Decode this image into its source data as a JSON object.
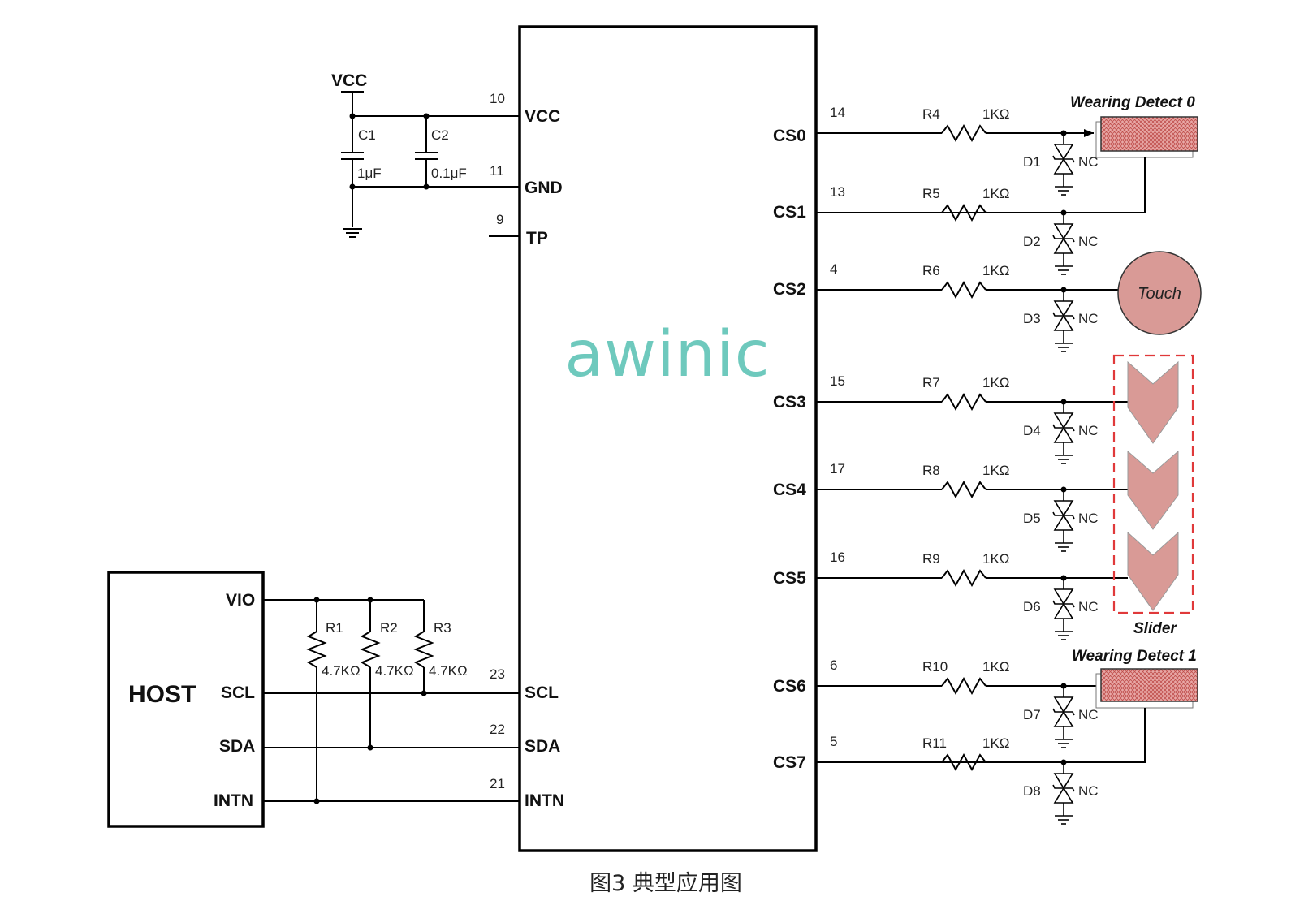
{
  "caption": "图3 典型应用图",
  "logo": "awinic",
  "chip": {
    "left_pins": [
      {
        "name": "VCC",
        "num": "10"
      },
      {
        "name": "GND",
        "num": "11"
      },
      {
        "name": "TP",
        "num": "9"
      },
      {
        "name": "SCL",
        "num": "23"
      },
      {
        "name": "SDA",
        "num": "22"
      },
      {
        "name": "INTN",
        "num": "21"
      }
    ],
    "right_pins": [
      {
        "name": "CS0",
        "num": "14",
        "res": "R4",
        "diode": "D1"
      },
      {
        "name": "CS1",
        "num": "13",
        "res": "R5",
        "diode": "D2"
      },
      {
        "name": "CS2",
        "num": "4",
        "res": "R6",
        "diode": "D3"
      },
      {
        "name": "CS3",
        "num": "15",
        "res": "R7",
        "diode": "D4"
      },
      {
        "name": "CS4",
        "num": "17",
        "res": "R8",
        "diode": "D5"
      },
      {
        "name": "CS5",
        "num": "16",
        "res": "R9",
        "diode": "D6"
      },
      {
        "name": "CS6",
        "num": "6",
        "res": "R10",
        "diode": "D7"
      },
      {
        "name": "CS7",
        "num": "5",
        "res": "R11",
        "diode": "D8"
      }
    ],
    "series_value": "1KΩ",
    "nc": "NC"
  },
  "power": {
    "vcc": "VCC",
    "caps": [
      {
        "ref": "C1",
        "value": "1μF"
      },
      {
        "ref": "C2",
        "value": "0.1μF"
      }
    ]
  },
  "host": {
    "title": "HOST",
    "pins": [
      "VIO",
      "SCL",
      "SDA",
      "INTN"
    ],
    "pullups": [
      {
        "ref": "R1",
        "value": "4.7KΩ"
      },
      {
        "ref": "R2",
        "value": "4.7KΩ"
      },
      {
        "ref": "R3",
        "value": "4.7KΩ"
      }
    ]
  },
  "sensors": {
    "wear0": "Wearing Detect 0",
    "touch": "Touch",
    "slider": "Slider",
    "wear1": "Wearing Detect 1"
  },
  "colors": {
    "electrode": "#d99a96",
    "electrode_edge": "#c0504d",
    "slider_border": "#e0393a",
    "logo": "#6ec9bd"
  }
}
